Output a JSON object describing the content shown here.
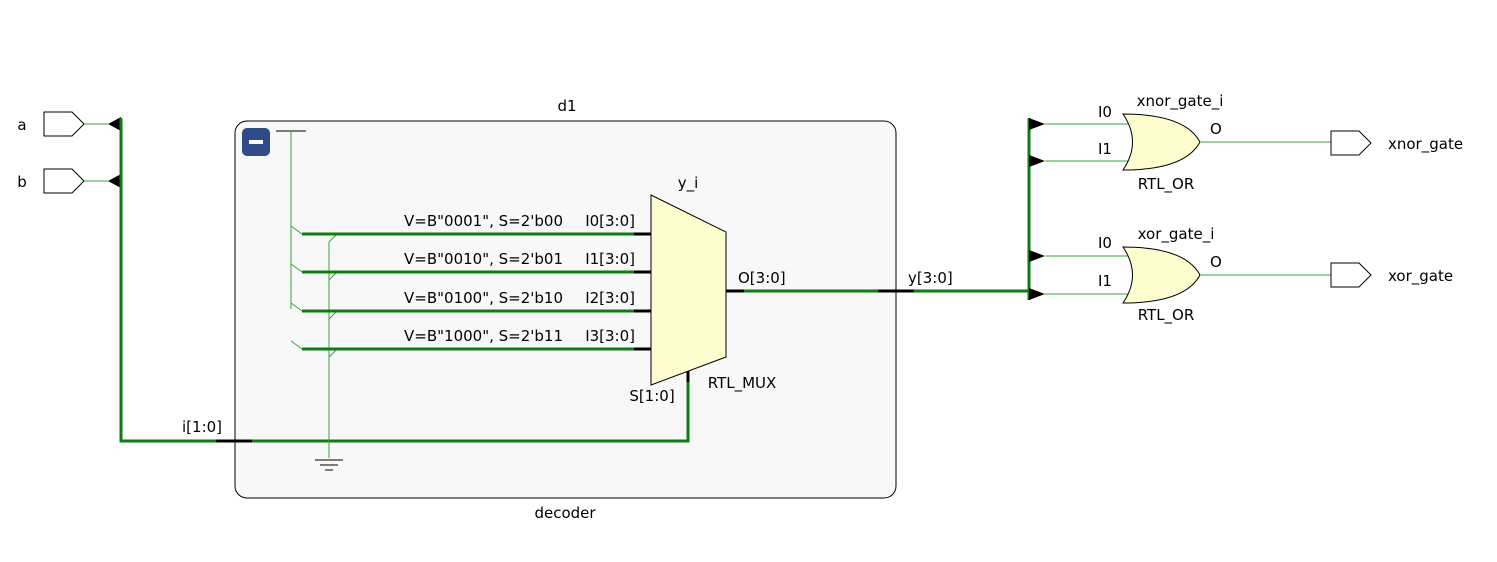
{
  "colors": {
    "wire": "#3aa33a",
    "bus": "#0f7c0f",
    "cell_fill": "#fdfdd0",
    "hier_fill": "#f8f8f8",
    "collapse_button": "#2e4c85"
  },
  "inputs": {
    "a": "a",
    "b": "b"
  },
  "outputs": {
    "xnor_gate": "xnor_gate",
    "xor_gate": "xor_gate"
  },
  "hier": {
    "instance_name": "d1",
    "module_name": "decoder",
    "collapse_symbol": "−",
    "bus_i": "i[1:0]"
  },
  "mux": {
    "instance_name": "y_i",
    "type": "RTL_MUX",
    "out_pin": "O[3:0]",
    "sel_pin": "S[1:0]",
    "inputs": [
      {
        "pin": "I0[3:0]",
        "const": "V=B\"0001\", S=2'b00"
      },
      {
        "pin": "I1[3:0]",
        "const": "V=B\"0010\", S=2'b01"
      },
      {
        "pin": "I2[3:0]",
        "const": "V=B\"0100\", S=2'b10"
      },
      {
        "pin": "I3[3:0]",
        "const": "V=B\"1000\", S=2'b11"
      }
    ]
  },
  "bus_y": "y[3:0]",
  "gates": {
    "xnor": {
      "instance_name": "xnor_gate_i",
      "type": "RTL_OR",
      "in0": "I0",
      "in1": "I1",
      "out": "O"
    },
    "xor": {
      "instance_name": "xor_gate_i",
      "type": "RTL_OR",
      "in0": "I0",
      "in1": "I1",
      "out": "O"
    }
  }
}
